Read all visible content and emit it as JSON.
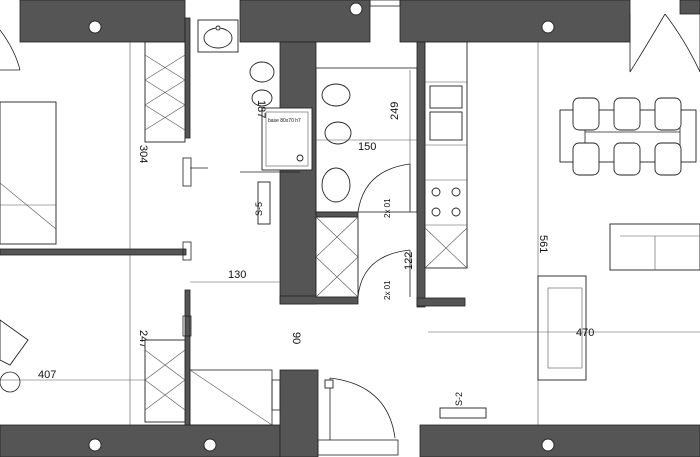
{
  "plan": {
    "dimensions": {
      "d304": "304",
      "d187": "187",
      "d249": "249",
      "d150": "150",
      "d561": "561",
      "d130": "130",
      "d122": "122",
      "d247": "247",
      "d90": "90",
      "d470": "470",
      "d407": "407",
      "d5_5": "S-5",
      "d5_2": "S-2",
      "d2x": "2x 01",
      "d2y": "2x 01"
    },
    "shower_label": "base 80x70 h7"
  },
  "colors": {
    "wall": "#555555",
    "line": "#222222",
    "background": "#ffffff"
  }
}
